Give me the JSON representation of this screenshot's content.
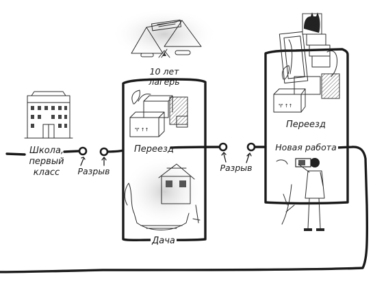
{
  "labels": {
    "school": [
      "Школа,",
      "первый",
      "класс"
    ],
    "break_1": "Разрыв",
    "break_2": "Разрыв",
    "camp": [
      "10 лет",
      "лагерь"
    ],
    "move_1": "Переезд",
    "dacha": "Дача",
    "move_2": "Переезд",
    "new_job": "Новая работа"
  },
  "illustrations": {
    "school": "school-building",
    "camp": "tent-camp",
    "boxes_1": "moving-boxes",
    "dacha": "country-house-with-hammock",
    "boxes_2": "moving-boxes-with-cat",
    "photographer": "person-with-camera"
  },
  "colors": {
    "ink": "#1a1a1a",
    "background": "#ffffff",
    "wash": "#d9d9d9"
  }
}
